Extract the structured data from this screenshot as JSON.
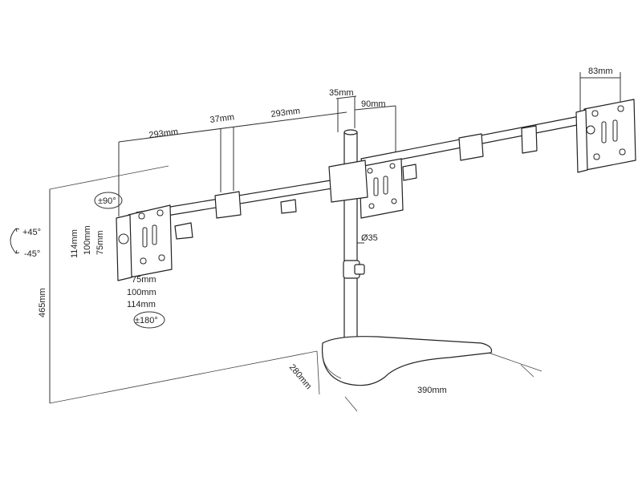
{
  "dimensions": {
    "arm_left": "293mm",
    "clamp_width": "37mm",
    "arm_mid": "293mm",
    "pole_width": "35mm",
    "pole_offset": "90mm",
    "head_width": "83mm",
    "pole_diameter": "Ø35",
    "tilt_up": "+45°",
    "tilt_down": "-45°",
    "swivel": "±90°",
    "rotation": "±180°",
    "vesa_114_v": "114mm",
    "vesa_100_v": "100mm",
    "vesa_75_v": "75mm",
    "vesa_75_h": "75mm",
    "vesa_100_h": "100mm",
    "vesa_114_h": "114mm",
    "total_height": "465mm",
    "base_depth": "280mm",
    "base_width": "390mm"
  }
}
